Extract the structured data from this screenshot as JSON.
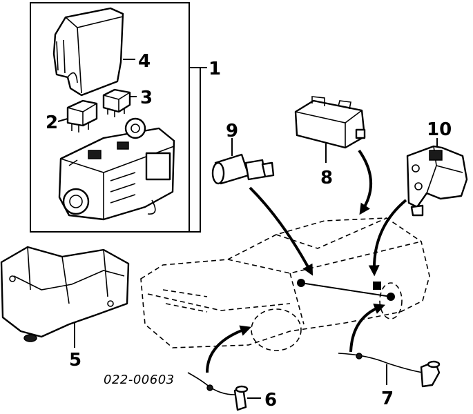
{
  "callouts": {
    "c1": "1",
    "c2": "2",
    "c3": "3",
    "c4": "4",
    "c5": "5",
    "c6": "6",
    "c7": "7",
    "c8": "8",
    "c9": "9",
    "c10": "10"
  },
  "diagram_code": "022-00603"
}
